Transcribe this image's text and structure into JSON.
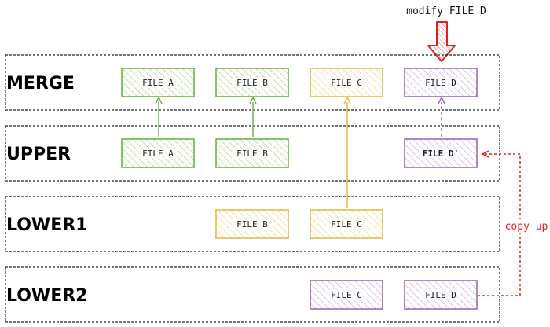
{
  "title": "modify FILE D",
  "copy_up_label": "copy up",
  "layers": [
    {
      "name": "MERGE",
      "files": [
        {
          "col": 0,
          "label": "FILE A",
          "color": "green"
        },
        {
          "col": 1,
          "label": "FILE B",
          "color": "green"
        },
        {
          "col": 2,
          "label": "FILE C",
          "color": "yellow"
        },
        {
          "col": 3,
          "label": "FILE D",
          "color": "purple"
        }
      ]
    },
    {
      "name": "UPPER",
      "files": [
        {
          "col": 0,
          "label": "FILE A",
          "color": "green"
        },
        {
          "col": 1,
          "label": "FILE B",
          "color": "green"
        },
        {
          "col": 3,
          "label": "FILE D'",
          "color": "purple",
          "bold": true
        }
      ]
    },
    {
      "name": "LOWER1",
      "files": [
        {
          "col": 1,
          "label": "FILE B",
          "color": "yellow"
        },
        {
          "col": 2,
          "label": "FILE C",
          "color": "yellow"
        }
      ]
    },
    {
      "name": "LOWER2",
      "files": [
        {
          "col": 2,
          "label": "FILE C",
          "color": "purple"
        },
        {
          "col": 3,
          "label": "FILE D",
          "color": "purple"
        }
      ]
    }
  ],
  "colors": {
    "green": {
      "stroke": "#6fb24a",
      "hatch": "#bfe0a9"
    },
    "yellow": {
      "stroke": "#e4bd4a",
      "hatch": "#f5e2a6"
    },
    "purple": {
      "stroke": "#9b6ab8",
      "hatch": "#d8c4e6"
    },
    "red": "#e02020"
  }
}
